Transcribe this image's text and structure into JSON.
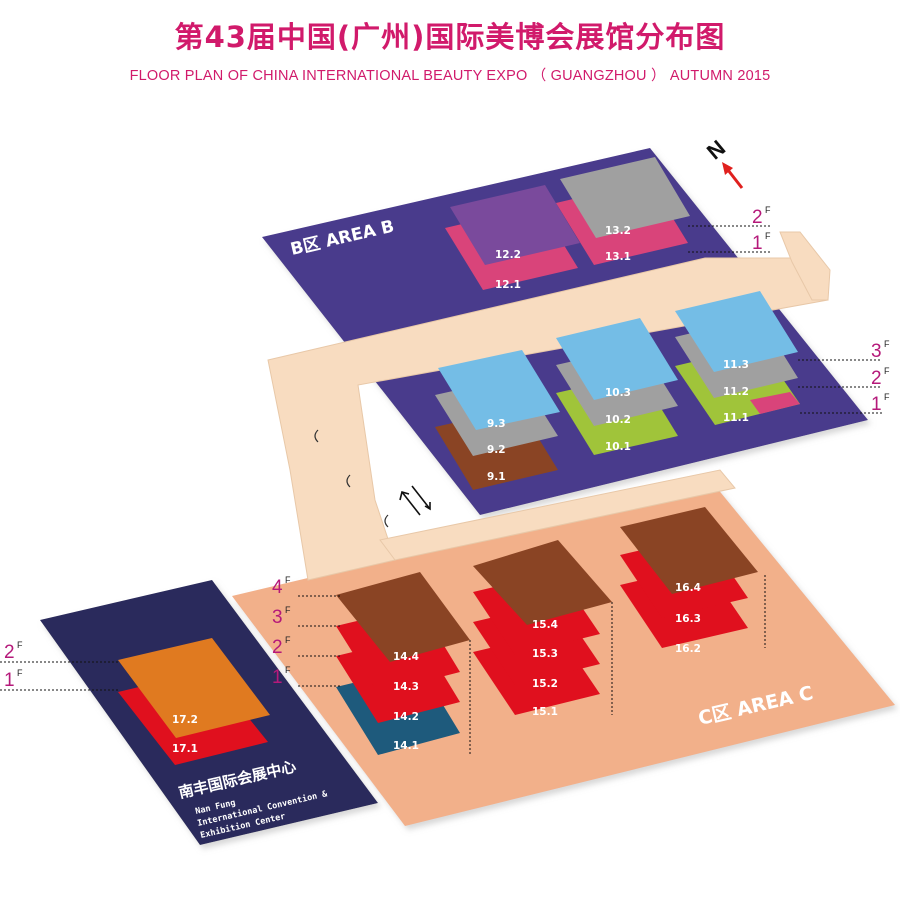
{
  "title": "第43届中国(广州)国际美博会展馆分布图",
  "subtitle": "FLOOR PLAN OF CHINA INTERNATIONAL BEAUTY EXPO （ GUANGZHOU ） AUTUMN 2015",
  "compass": {
    "label": "N",
    "arrow_color": "#e0201e"
  },
  "areas": {
    "b": {
      "label": "B区  AREA B",
      "color": "#4a3a8c"
    },
    "c": {
      "label": "C区  AREA C",
      "color": "#f2b08a"
    },
    "nanfung": {
      "color": "#2a2a5c",
      "cn": "南丰国际会展中心",
      "en_1": "Nan Fung",
      "en_2": "International Convention &",
      "en_3": "Exhibition Center"
    }
  },
  "halls": {
    "h12_2": "12.2",
    "h12_1": "12.1",
    "h13_2": "13.2",
    "h13_1": "13.1",
    "h9_3": "9.3",
    "h9_2": "9.2",
    "h9_1": "9.1",
    "h10_3": "10.3",
    "h10_2": "10.2",
    "h10_1": "10.1",
    "h11_3": "11.3",
    "h11_2": "11.2",
    "h11_1": "11.1",
    "h14_4": "14.4",
    "h14_3": "14.3",
    "h14_2": "14.2",
    "h14_1": "14.1",
    "h15_4": "15.4",
    "h15_3": "15.3",
    "h15_2": "15.2",
    "h15_1": "15.1",
    "h16_4": "16.4",
    "h16_3": "16.3",
    "h16_2": "16.2",
    "h17_2": "17.2",
    "h17_1": "17.1"
  },
  "floors": {
    "f1": "1",
    "f2": "2",
    "f3": "3",
    "f4": "4",
    "suffix": "F"
  },
  "colors": {
    "purple": "#7a4a9c",
    "grey": "#a0a0a0",
    "pink": "#d9447a",
    "blue": "#74bde6",
    "green": "#a0c43a",
    "brown": "#8a4424",
    "red": "#e0101e",
    "teal": "#1e5a7c",
    "orange": "#e07a20",
    "walkway": "#f8dcc0"
  }
}
